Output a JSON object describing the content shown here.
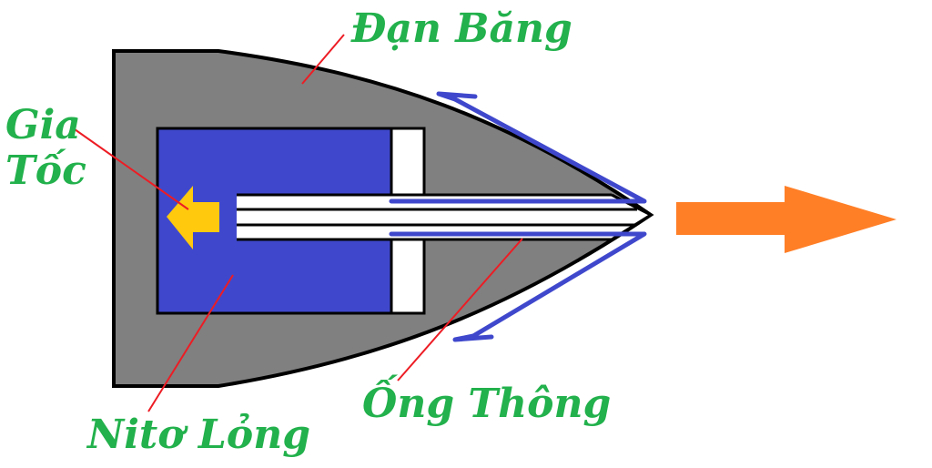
{
  "labels": {
    "bullet": "Đạn Băng",
    "acceleration_line1": "Gia",
    "acceleration_line2": "Tốc",
    "liquid_nitrogen": "Nitơ Lỏng",
    "vent_tube": "Ống Thông"
  },
  "colors": {
    "label_text": "#22b14c",
    "leader_lines": "#ed1c24",
    "bullet_body": "#808080",
    "nitrogen_chamber": "#3f48cc",
    "flow_arrows": "#3f48cc",
    "acceleration_arrow": "#ffc90e",
    "motion_arrow": "#ff7f27",
    "outline": "#000000"
  }
}
